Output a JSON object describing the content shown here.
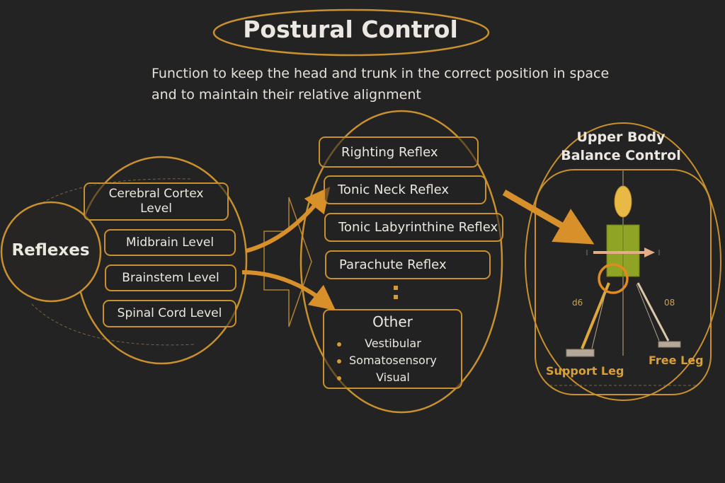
{
  "title": "Postural Control",
  "description_lines": [
    "Function to keep the head and trunk in the correct position in space",
    "and to maintain their relative alignment"
  ],
  "reflexes": {
    "label": "Reflexes",
    "levels": [
      "Cerebral Cortex\nLevel",
      "Midbrain Level",
      "Brainstem Level",
      "Spinal Cord Level"
    ]
  },
  "reflex_types": {
    "items": [
      "Righting Reflex",
      "Tonic Neck Reflex",
      "Tonic Labyrinthine Reflex",
      "Parachute Reflex"
    ],
    "ellipsis": ":",
    "other": {
      "title": "Other",
      "items": [
        "Vestibular",
        "Somatosensory",
        "Visual"
      ]
    }
  },
  "balance": {
    "title_lines": [
      "Upper Body",
      "Balance Control"
    ],
    "angle_left": "d6",
    "angle_right": "08",
    "support_leg_label": "Support Leg",
    "free_leg_label": "Free Leg"
  },
  "colors": {
    "background": "#232323",
    "accent": "#d08f2a",
    "text": "#ece8e1",
    "head": "#e8b944",
    "trunk": "#8fa325"
  }
}
